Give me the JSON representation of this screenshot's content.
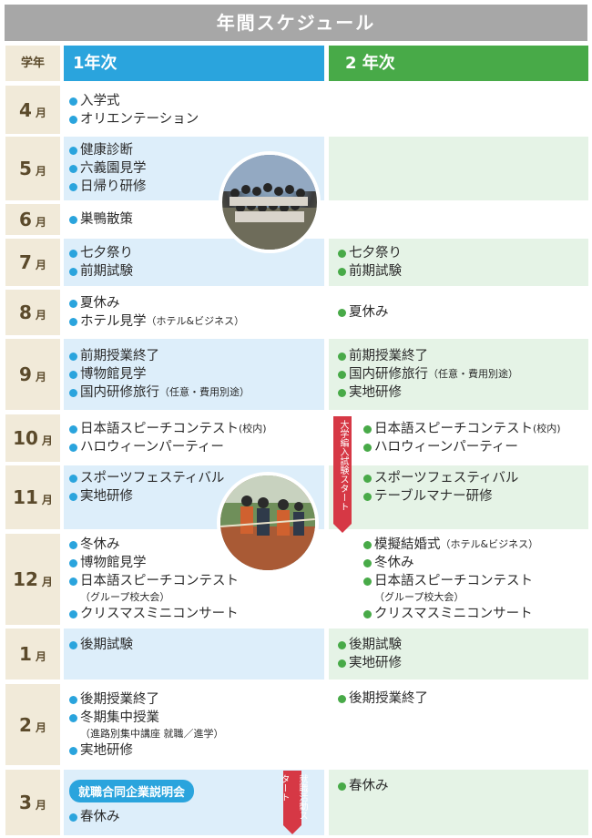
{
  "title": "年間スケジュール",
  "header": {
    "grade": "学年",
    "year1": "1年次",
    "year2": "2 年次"
  },
  "colors": {
    "year1_accent": "#2aa4dd",
    "year2_accent": "#48aa48",
    "ribbon": "#d63845",
    "month_bg": "#f1ead9"
  },
  "months": [
    {
      "num": "4",
      "suffix": "月"
    },
    {
      "num": "5",
      "suffix": "月"
    },
    {
      "num": "6",
      "suffix": "月"
    },
    {
      "num": "7",
      "suffix": "月"
    },
    {
      "num": "8",
      "suffix": "月"
    },
    {
      "num": "9",
      "suffix": "月"
    },
    {
      "num": "10",
      "suffix": "月"
    },
    {
      "num": "11",
      "suffix": "月"
    },
    {
      "num": "12",
      "suffix": "月"
    },
    {
      "num": "1",
      "suffix": "月"
    },
    {
      "num": "2",
      "suffix": "月"
    },
    {
      "num": "3",
      "suffix": "月"
    }
  ],
  "y1": {
    "apr": [
      "入学式",
      "オリエンテーション"
    ],
    "may": [
      "健康診断",
      "六義園見学",
      "日帰り研修"
    ],
    "jun": [
      "巣鴨散策"
    ],
    "jul": [
      "七夕祭り",
      "前期試験"
    ],
    "aug": {
      "a": "夏休み",
      "b": "ホテル見学",
      "b_note": "（ホテル&ビジネス）"
    },
    "sep": {
      "a": "前期授業終了",
      "b": "博物館見学",
      "c": "国内研修旅行",
      "c_note": "（任意・費用別途）"
    },
    "oct": {
      "a": "日本語スピーチコンテスト",
      "a_note": "(校内)",
      "b": "ハロウィーンパーティー"
    },
    "nov": [
      "スポーツフェスティバル",
      "実地研修"
    ],
    "dec": {
      "a": "冬休み",
      "b": "博物館見学",
      "c": "日本語スピーチコンテスト",
      "c_sub": "（グループ校大会）",
      "d": "クリスマスミニコンサート"
    },
    "jan": [
      "後期試験"
    ],
    "feb": {
      "a": "後期授業終了",
      "b": "冬期集中授業",
      "b_sub": "（進路別集中講座 就職／進学）",
      "c": "実地研修"
    },
    "mar": {
      "pill": "就職合同企業説明会",
      "a": "春休み"
    }
  },
  "y2": {
    "jul": [
      "七夕祭り",
      "前期試験"
    ],
    "aug": [
      "夏休み"
    ],
    "sep": {
      "a": "前期授業終了",
      "b": "国内研修旅行",
      "b_note": "（任意・費用別途）",
      "c": "実地研修"
    },
    "oct": {
      "a": "日本語スピーチコンテスト",
      "a_note": "(校内)",
      "b": "ハロウィーンパーティー"
    },
    "nov": [
      "スポーツフェスティバル",
      "テーブルマナー研修"
    ],
    "dec": {
      "a": "模擬結婚式",
      "a_note": "（ホテル&ビジネス）",
      "b": "冬休み",
      "c": "日本語スピーチコンテスト",
      "c_sub": "（グループ校大会）",
      "d": "クリスマスミニコンサート"
    },
    "jan": [
      "後期試験",
      "実地研修"
    ],
    "feb": [
      "後期授業終了"
    ],
    "mar": [
      "春休み"
    ]
  },
  "ribbons": {
    "exam": "大学編入試験スタート",
    "job": "就職活動スタート"
  },
  "photos": {
    "group": "group-photo",
    "sports": "sports-photo"
  }
}
